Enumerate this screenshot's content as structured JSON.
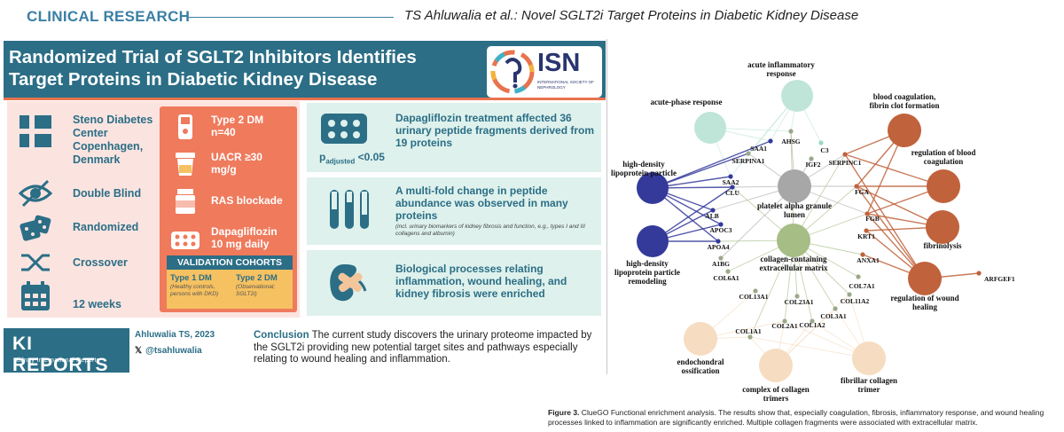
{
  "header": {
    "section": "CLINICAL RESEARCH",
    "citation": "TS Ahluwalia et al.: Novel SGLT2i Target Proteins in Diabetic Kidney Disease"
  },
  "abstract": {
    "title_line1": "Randomized Trial of SGLT2 Inhibitors Identifies",
    "title_line2": "Target Proteins in Diabetic Kidney Disease",
    "isn_logo": "ISN",
    "isn_sub": "INTERNATIONAL SOCIETY OF NEPHROLOGY",
    "design": [
      {
        "icon": "flag-icon",
        "lines": [
          "Steno Diabetes",
          "Center",
          "Copenhagen,",
          "Denmark"
        ]
      },
      {
        "icon": "eye-slash-icon",
        "lines": [
          "Double Blind"
        ]
      },
      {
        "icon": "dice-icon",
        "lines": [
          "Randomized"
        ]
      },
      {
        "icon": "crossover-icon",
        "lines": [
          "Crossover"
        ]
      },
      {
        "icon": "calendar-icon",
        "lines": [
          "12 weeks"
        ]
      }
    ],
    "population": [
      {
        "icon": "glucose-meter-icon",
        "lines": [
          "Type 2 DM",
          "n=40"
        ]
      },
      {
        "icon": "urine-cup-icon",
        "lines": [
          "UACR ≥30",
          "mg/g"
        ]
      },
      {
        "icon": "pill-bottle-icon",
        "lines": [
          "RAS blockade"
        ]
      },
      {
        "icon": "blister-pack-icon",
        "lines": [
          "Dapagliflozin",
          "10 mg daily"
        ]
      }
    ],
    "validation": {
      "title": "VALIDATION COHORTS",
      "left_label": "Type 1 DM",
      "left_sub": "(Healthy controls, persons with DKD)",
      "right_label": "Type 2 DM",
      "right_sub": "(Observational; SGLT2i)"
    },
    "results": [
      {
        "icon": "plate-icon",
        "text": "Dapagliflozin treatment affected 36 urinary peptide fragments derived from 19 proteins",
        "stat_p": "p",
        "stat_sub": "adjusted",
        "stat_rest": " <0.05"
      },
      {
        "icon": "test-tubes-icon",
        "text": "A multi-fold change in peptide abundance was observed in many proteins",
        "note": "(incl. urinary biomarkers of kidney fibrosis and function, e.g., types I and III collagens and albumin)"
      },
      {
        "icon": "kidney-icon",
        "text": "Biological processes relating inflammation, wound healing, and kidney fibrosis were enriched"
      }
    ],
    "footer": {
      "logo": "KI REPORTS",
      "logo_sub": "Kidney International Reports",
      "author": "Ahluwalia TS, 2023",
      "twitter": "@tsahluwalia",
      "conclusion_label": "Conclusion",
      "conclusion_text": " The current study discovers the urinary proteome impacted by the SGLT2i providing new potential target sites and pathways especially relating to wound healing and inflammation."
    }
  },
  "network": {
    "terms": [
      {
        "id": "acute-inflammatory-response",
        "lines": [
          "acute inflammatory",
          "response"
        ],
        "color": "#bfe5d8"
      },
      {
        "id": "acute-phase-response",
        "lines": [
          "acute-phase response"
        ],
        "color": "#bfe5d8"
      },
      {
        "id": "hdl-particle",
        "lines": [
          "high-density",
          "lipoprotein particle"
        ],
        "color": "#343a9a"
      },
      {
        "id": "hdl-remodeling",
        "lines": [
          "high-density",
          "lipoprotein particle",
          "remodeling"
        ],
        "color": "#343a9a"
      },
      {
        "id": "platelet-alpha-granule-lumen",
        "lines": [
          "platelet alpha granule",
          "lumen"
        ],
        "color": "#a7a7a7"
      },
      {
        "id": "collagen-containing-ecm",
        "lines": [
          "collagen-containing",
          "extracellular matrix"
        ],
        "color": "#a6bd86"
      },
      {
        "id": "blood-coagulation",
        "lines": [
          "blood coagulation,",
          "fibrin clot formation"
        ],
        "color": "#c0623b"
      },
      {
        "id": "regulation-blood-coagulation",
        "lines": [
          "regulation of blood",
          "coagulation"
        ],
        "color": "#c0623b"
      },
      {
        "id": "fibrinolysis",
        "lines": [
          "fibrinolysis"
        ],
        "color": "#c0623b"
      },
      {
        "id": "regulation-wound-healing",
        "lines": [
          "regulation of wound",
          "healing"
        ],
        "color": "#c0623b"
      },
      {
        "id": "endochondral-ossification",
        "lines": [
          "endochondral",
          "ossification"
        ],
        "color": "#f6dcc0"
      },
      {
        "id": "complex-collagen-trimers",
        "lines": [
          "complex of collagen",
          "trimers"
        ],
        "color": "#f6dcc0"
      },
      {
        "id": "fibrillar-collagen-trimer",
        "lines": [
          "fibrillar collagen",
          "trimer"
        ],
        "color": "#f6dcc0"
      }
    ],
    "genes": [
      "AHSG",
      "C3",
      "SAA1",
      "IGF2",
      "SERPINA1",
      "SERPINC1",
      "SAA2",
      "CLU",
      "ALB",
      "APOC3",
      "APOA4",
      "A1BG",
      "COL6A1",
      "FGA",
      "FGB",
      "KRT1",
      "ANXA1",
      "ARFGEF1",
      "COL7A1",
      "COL11A2",
      "COL13A1",
      "COL23A1",
      "COL3A1",
      "COL1A1",
      "COL2A1",
      "COL1A2"
    ]
  },
  "caption": {
    "label": "Figure 3.",
    "text": " ClueGO Functional enrichment analysis. The results show that, especially coagulation, fibrosis, inflammatory response, and wound healing processes linked to inflammation are significantly enriched. Multiple collagen fragments were associated with extracellular matrix."
  }
}
